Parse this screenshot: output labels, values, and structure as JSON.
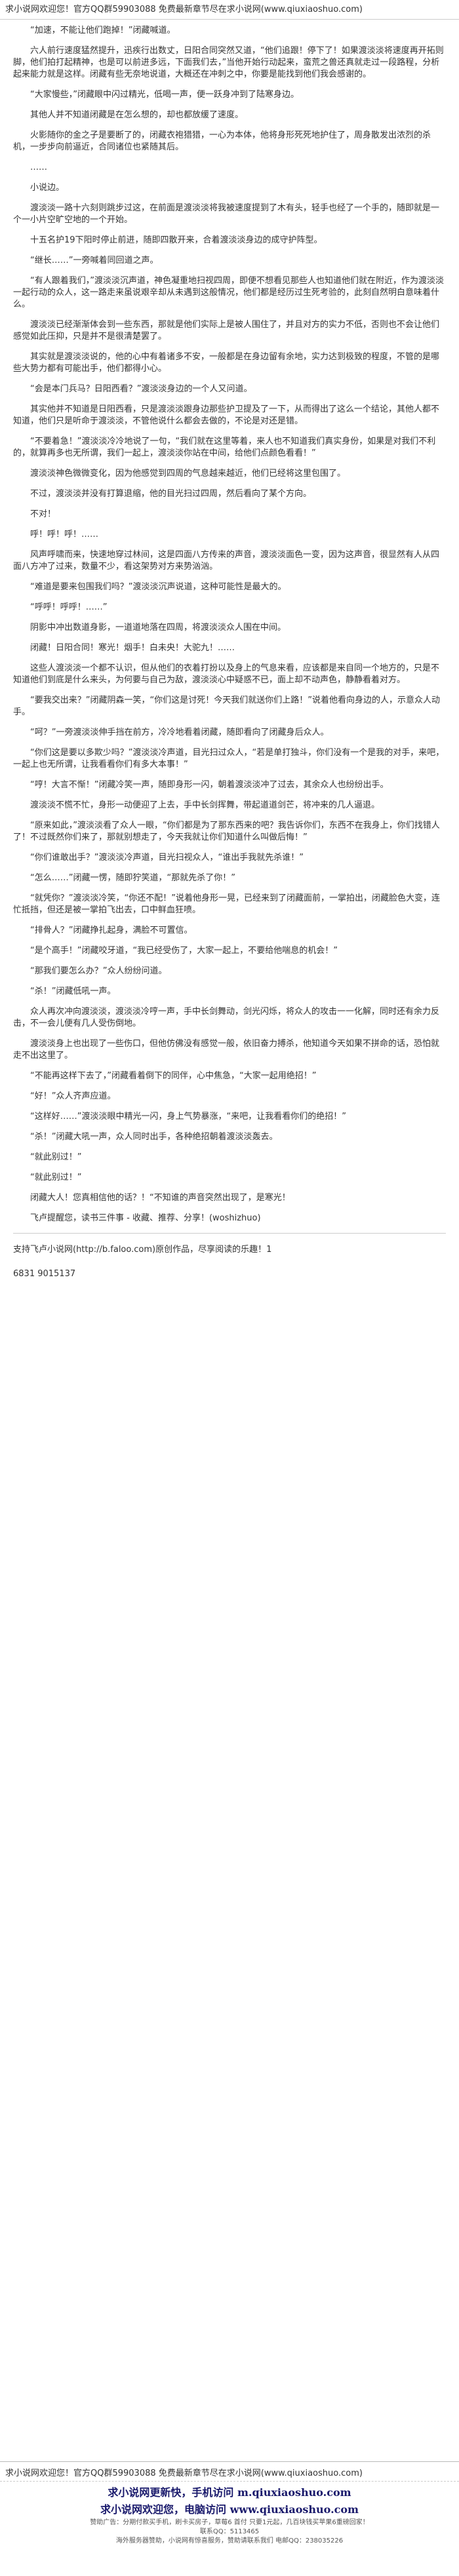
{
  "topbar": {
    "notice": "求小说网欢迎您！官方QQ群59903088 免费最新章节尽在求小说网(www.qiuxiaoshuo.com)"
  },
  "paragraphs": [
    "“加速，不能让他们跑掉！”闭藏喊道。",
    "六人前行速度猛然提升，迅疾行出数丈，日阳合同突然又道，“他们追跟！停下了！如果渡淡淡将速度再开拓则脚，他们拍打起精神，也是可以前进多远，下面我们去，”当他开始行动起来，蛮荒之兽还真就走过一段路程，分析起来能力就是这样。闭藏有些无奈地说道，大概还在冲刺之中，你要是能找到他们我会感谢的。",
    "“大家慢些，”闭藏眼中闪过精光，低喝一声，便一跃身冲到了陆寒身边。",
    "其他人并不知道闭藏是在怎么想的，却也都放缓了速度。",
    "火影随你的金之子是要断了的，闭藏衣袍猎猎，一心为本体，他将身形死死地护住了，周身散发出浓烈的杀机，一步步向前逼近，合同诸位也紧随其后。",
    "……",
    "小说边。",
    "渡淡淡一路十六刻则跳步过这，在前面是渡淡淡将我被速度提到了木有头，轻手也经了一个手的，随即就是一个一小片空旷空地的一个开始。",
    "十五名护19下阳时停止前进，随即四散开来，合着渡淡淡身边的成守护阵型。",
    "“继长……”一旁喊着同回道之声。",
    "“有人跟着我们，”渡淡淡沉声道，神色凝重地扫视四周，即便不想看见那些人也知道他们就在附近，作为渡淡淡一起行动的众人，这一路走来虽说艰辛却从未遇到这般情况，他们都是经历过生死考验的，此刻自然明白意味着什么。",
    "渡淡淡已经渐渐体会到一些东西，那就是他们实际上是被人围住了，并且对方的实力不低，否则也不会让他们感觉如此压抑，只是并不是很清楚罢了。",
    "其实就是渡淡淡说的，他的心中有着诸多不安，一般都是在身边留有余地，实力达到极致的程度，不管的是哪些大势力都有可能出手，他们都得小心。",
    "“会是本门兵马？日阳西看？”渡淡淡身边的一个人又问道。",
    "其实他并不知道是日阳西看，只是渡淡淡跟身边那些护卫提及了一下，从而得出了这么一个结论，其他人都不知道，他们只是听命于渡淡淡，不管他说什么都会去做的，不论是对还是错。",
    "“不要着急！”渡淡淡冷冷地说了一句，“我们就在这里等着，来人也不知道我们真实身份，如果是对我们不利的，就算再多也无所谓，我们一起上，渡淡淡你站在中间，给他们点颜色看看！”",
    "渡淡淡神色微微变化，因为他感觉到四周的气息越来越近，他们已经将这里包围了。",
    "不过，渡淡淡并没有打算退缩，他的目光扫过四周，然后看向了某个方向。",
    "不对！",
    "呼！呼！呼！……",
    "风声呼啸而来，快速地穿过林间，这是四面八方传来的声音，渡淡淡面色一变，因为这声音，很显然有人从四面八方冲了过来，数量不少，看这架势对方来势汹汹。",
    "“难道是要来包围我们吗？”渡淡淡沉声说道，这种可能性是最大的。",
    "“呼呼！呼呼！……”",
    "阴影中冲出数道身影，一道道地落在四周，将渡淡淡众人围在中间。",
    "闭藏！日阳合同！寒光！烟手！白未央！大驼九！……",
    "这些人渡淡淡一个都不认识，但从他们的衣着打扮以及身上的气息来看，应该都是来自同一个地方的，只是不知道他们到底是什么来头，为何要与自己为敌，渡淡淡心中疑惑不已，面上却不动声色，静静看着对方。",
    "“要我交出来？”闭藏阴森一笑，“你们这是讨死！今天我们就送你们上路！”说着他看向身边的人，示意众人动手。",
    "“呵？”一旁渡淡淡伸手挡在前方，冷冷地看着闭藏，随即看向了闭藏身后众人。",
    "“你们这是要以多欺少吗？”渡淡淡冷声道，目光扫过众人，“若是单打独斗，你们没有一个是我的对手，来吧，一起上也无所谓，让我看看你们有多大本事！”",
    "“哼！大言不惭！”闭藏冷笑一声，随即身形一闪，朝着渡淡淡冲了过去，其余众人也纷纷出手。",
    "渡淡淡不慌不忙，身形一动便迎了上去，手中长剑挥舞，带起道道剑芒，将冲来的几人逼退。",
    "“原来如此，”渡淡淡看了众人一眼，“你们都是为了那东西来的吧？我告诉你们，东西不在我身上，你们找错人了！不过既然你们来了，那就别想走了，今天我就让你们知道什么叫做后悔！”",
    "“你们谁敢出手？”渡淡淡冷声道，目光扫视众人，“谁出手我就先杀谁！”",
    "“怎么……”闭藏一愣，随即狞笑道，“那就先杀了你！”",
    "“就凭你？”渡淡淡冷笑，“你还不配！”说着他身形一晃，已经来到了闭藏面前，一掌拍出，闭藏脸色大变，连忙抵挡，但还是被一掌拍飞出去，口中鲜血狂喷。",
    "“排骨人？”闭藏挣扎起身，满脸不可置信。",
    "“是个高手！”闭藏咬牙道，“我已经受伤了，大家一起上，不要给他喘息的机会！”",
    "“那我们要怎么办？”众人纷纷问道。",
    "“杀！”闭藏低吼一声。",
    "众人再次冲向渡淡淡，渡淡淡冷哼一声，手中长剑舞动，剑光闪烁，将众人的攻击一一化解，同时还有余力反击，不一会儿便有几人受伤倒地。",
    "渡淡淡身上也出现了一些伤口，但他仿佛没有感觉一般，依旧奋力搏杀，他知道今天如果不拼命的话，恐怕就走不出这里了。",
    "“不能再这样下去了，”闭藏看着倒下的同伴，心中焦急，“大家一起用绝招！”",
    "“好！”众人齐声应道。",
    "“这样好……”渡淡淡眼中精光一闪，身上气势暴涨，“来吧，让我看看你们的绝招！”",
    "“杀！”闭藏大吼一声，众人同时出手，各种绝招朝着渡淡淡轰去。",
    "“就此别过！”",
    "“就此别过！”",
    "闭藏大人！您真相信他的话？！“不知谁的声音突然出现了，是寒光！",
    "飞卢提醒您，读书三件事 - 收藏、推荐、分享！(woshizhuo)"
  ],
  "source_line": "支持飞卢小说网(http://b.faloo.com)原创作品，尽享阅读的乐趣！1",
  "code_line": "6831 9015137",
  "footer": {
    "notice": "求小说网欢迎您！官方QQ群59903088 免费最新章节尽在求小说网(www.qiuxiaoshuo.com)",
    "mobile": "求小说网更新快，手机访问 m.qiuxiaoshuo.com",
    "pc": "求小说网欢迎您，电脑访问 www.qiuxiaoshuo.com",
    "fine1": "赞助广告：分期付款买手机，刷卡买房子，草莓6 首付 只要1元起，几百块钱买苹果6重磅回家！",
    "fine2": "联系QQ：5113465",
    "fine3": "海外服务器赞助，小说网有惊喜服务，赞助请联系我们 电邮QQ：238035226"
  }
}
